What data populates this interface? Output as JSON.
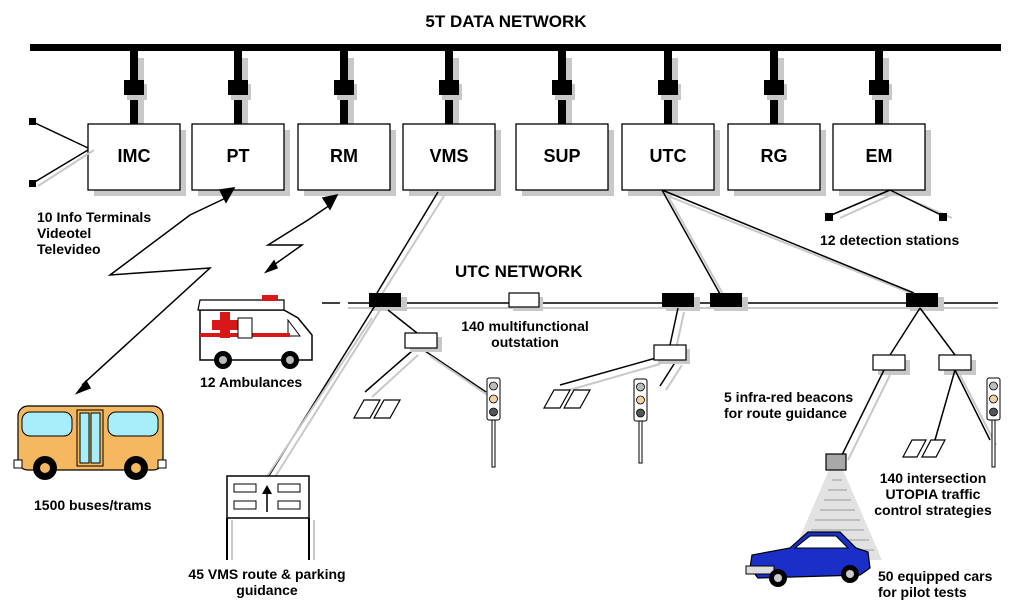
{
  "title": "5T DATA NETWORK",
  "utc_network_label": "UTC NETWORK",
  "modules": [
    {
      "id": "imc",
      "label": "IMC"
    },
    {
      "id": "pt",
      "label": "PT"
    },
    {
      "id": "rm",
      "label": "RM"
    },
    {
      "id": "vms",
      "label": "VMS"
    },
    {
      "id": "sup",
      "label": "SUP"
    },
    {
      "id": "utc",
      "label": "UTC"
    },
    {
      "id": "rg",
      "label": "RG"
    },
    {
      "id": "em",
      "label": "EM"
    }
  ],
  "labels": {
    "info_terminals": [
      "10 Info Terminals",
      "Videotel",
      "Televideo"
    ],
    "detection_stations": "12 detection stations",
    "ambulances": "12 Ambulances",
    "buses": "1500 buses/trams",
    "outstation": [
      "140 multifunctional",
      "outstation"
    ],
    "beacons": [
      "5 infra-red beacons",
      "for route guidance"
    ],
    "intersection": [
      "140 intersection",
      "UTOPIA traffic",
      "control strategies"
    ],
    "vms_guidance": [
      "45 VMS route & parking",
      "guidance"
    ],
    "cars": [
      "50 equipped cars",
      "for pilot tests"
    ]
  },
  "colors": {
    "line": "#000000",
    "shadow": "#c8c8c8",
    "bus_body": "#f5b860",
    "bus_window": "#a8eef8",
    "car_body": "#1a2fc8",
    "ambulance_cross": "#d81818",
    "light_amber": "#f2d3a0",
    "light_gray": "#bdbdbd"
  }
}
